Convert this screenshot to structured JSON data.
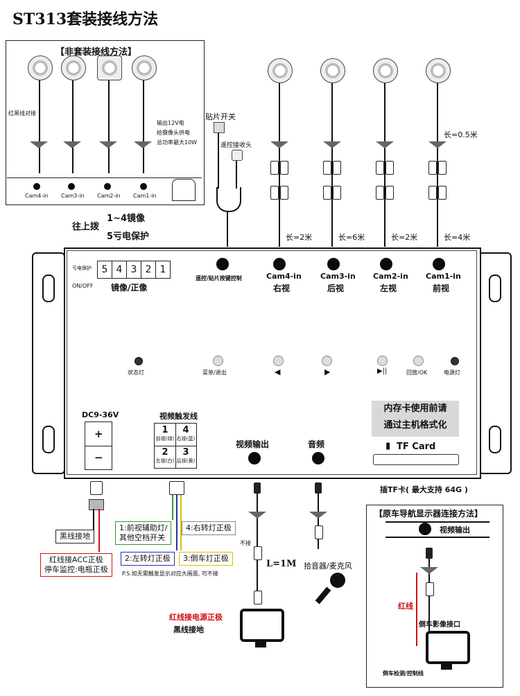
{
  "title": "ST313套装接线方法",
  "inset": {
    "heading": "【非套装接线方法】",
    "red_black_note": "红黑线对接",
    "power_note": [
      "输出12V电",
      "给摄像头供电",
      "总功率最大10W"
    ],
    "port_labels": [
      "Cam4-in",
      "Cam3-in",
      "Cam2-in",
      "Cam1-in"
    ]
  },
  "top_labels": {
    "patch_switch": "贴片开关",
    "remote_receiver": "遥控接收头",
    "length_note": "长=0.5米",
    "cable_lengths": [
      "长=2米",
      "长=6米",
      "长=2米",
      "长=4米"
    ]
  },
  "dip_note": {
    "line1": "往上拨",
    "line2": "1~4镜像",
    "line3": "5亏电保护"
  },
  "panel": {
    "dip_label_left": "亏电保护",
    "dip_switches": [
      "5",
      "4",
      "3",
      "2",
      "1"
    ],
    "on_off": "ON/OFF",
    "mirror_label": "镜像/正像",
    "remote_port": "遥控/贴片按键控制",
    "cam_ports": [
      {
        "name": "Cam4-in",
        "view": "右视"
      },
      {
        "name": "Cam3-in",
        "view": "后视"
      },
      {
        "name": "Cam2-in",
        "view": "左视"
      },
      {
        "name": "Cam1-in",
        "view": "前视"
      }
    ],
    "buttons": {
      "status_led": "状态灯",
      "menu": "菜单/退出",
      "left": "◀",
      "right": "▶",
      "play_pause": "▶||",
      "playback": "回放/OK",
      "power_led": "电源灯"
    },
    "dc_label": "DC9-36V",
    "plus": "+",
    "minus": "−",
    "trigger_title": "视频触发线",
    "triggers": [
      {
        "num": "1",
        "desc": "前视(绿)"
      },
      {
        "num": "4",
        "desc": "右视(蓝)"
      },
      {
        "num": "2",
        "desc": "左视(白)"
      },
      {
        "num": "3",
        "desc": "后视(黄)"
      }
    ],
    "video_out": "视频输出",
    "audio": "音频",
    "memo_line1": "内存卡使用前请",
    "memo_line2": "通过主机格式化",
    "tf_card": "TF Card"
  },
  "bottom": {
    "tf_note": "插TF卡( 最大支持 64G )",
    "black_ground": "黑线接地",
    "red_line": "红线接ACC正极",
    "parking": "停车监控:电瓶正极",
    "trigger1": "1:前视辅助灯/",
    "trigger1b": "其他空档开关",
    "trigger4": "4:右转灯正极",
    "trigger2": "2:左转灯正极",
    "trigger3": "3:倒车灯正极",
    "ps_note": "P.S.如无需触发显示对应大画面, 可不接",
    "no_connect": "不接",
    "length_1m": "L=1M",
    "mic": "拾音器/麦克风",
    "red_power": "红线接电源正极",
    "black_ground2": "黑线接地"
  },
  "original": {
    "heading": "【原车导航显示器连接方法】",
    "video_out": "视频输出",
    "red_line": "红线",
    "reverse_port": "倒车影像接口",
    "reverse_detect": "倒车检测/控制线"
  },
  "colors": {
    "green": "#2a9a2a",
    "blue": "#2233aa",
    "red": "#d01010",
    "yellow": "#d8c000",
    "gray_memo": "#d8d8d8"
  }
}
